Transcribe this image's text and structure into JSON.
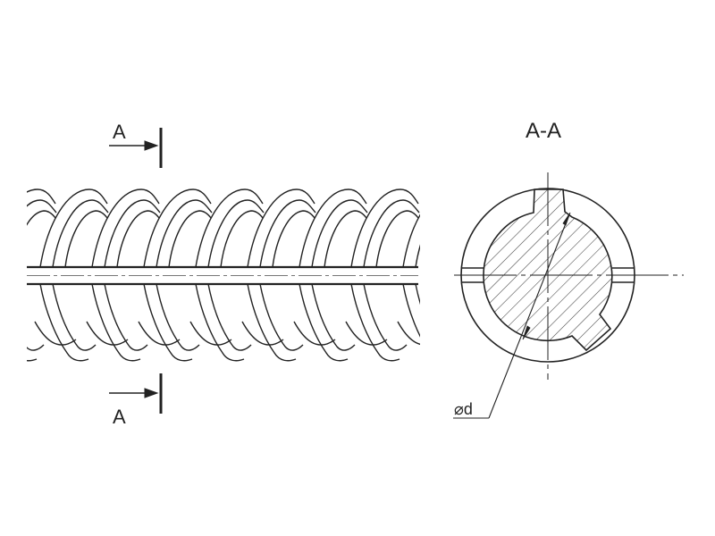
{
  "labels": {
    "section_top": "A",
    "section_bottom": "A",
    "section_title": "A-A",
    "diameter": "⌀d"
  },
  "colors": {
    "line": "#222222",
    "background": "#ffffff"
  },
  "rebar": {
    "rib_count": 8
  }
}
